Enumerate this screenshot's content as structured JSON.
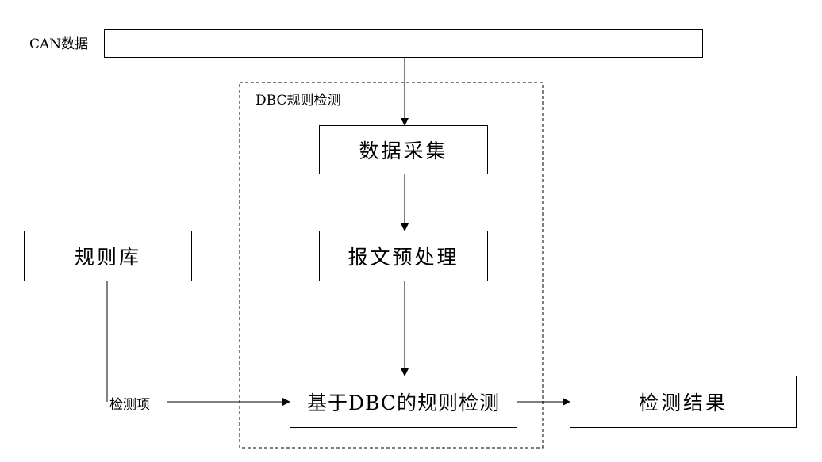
{
  "diagram": {
    "can_data_label": "CAN数据",
    "group_label": "DBC规则检测",
    "nodes": {
      "data_collection": "数据采集",
      "message_preprocessing": "报文预处理",
      "rule_library": "规则库",
      "dbc_rule_detection": "基于DBC的规则检测",
      "detection_result": "检测结果"
    },
    "edge_labels": {
      "detection_items": "检测项"
    }
  }
}
